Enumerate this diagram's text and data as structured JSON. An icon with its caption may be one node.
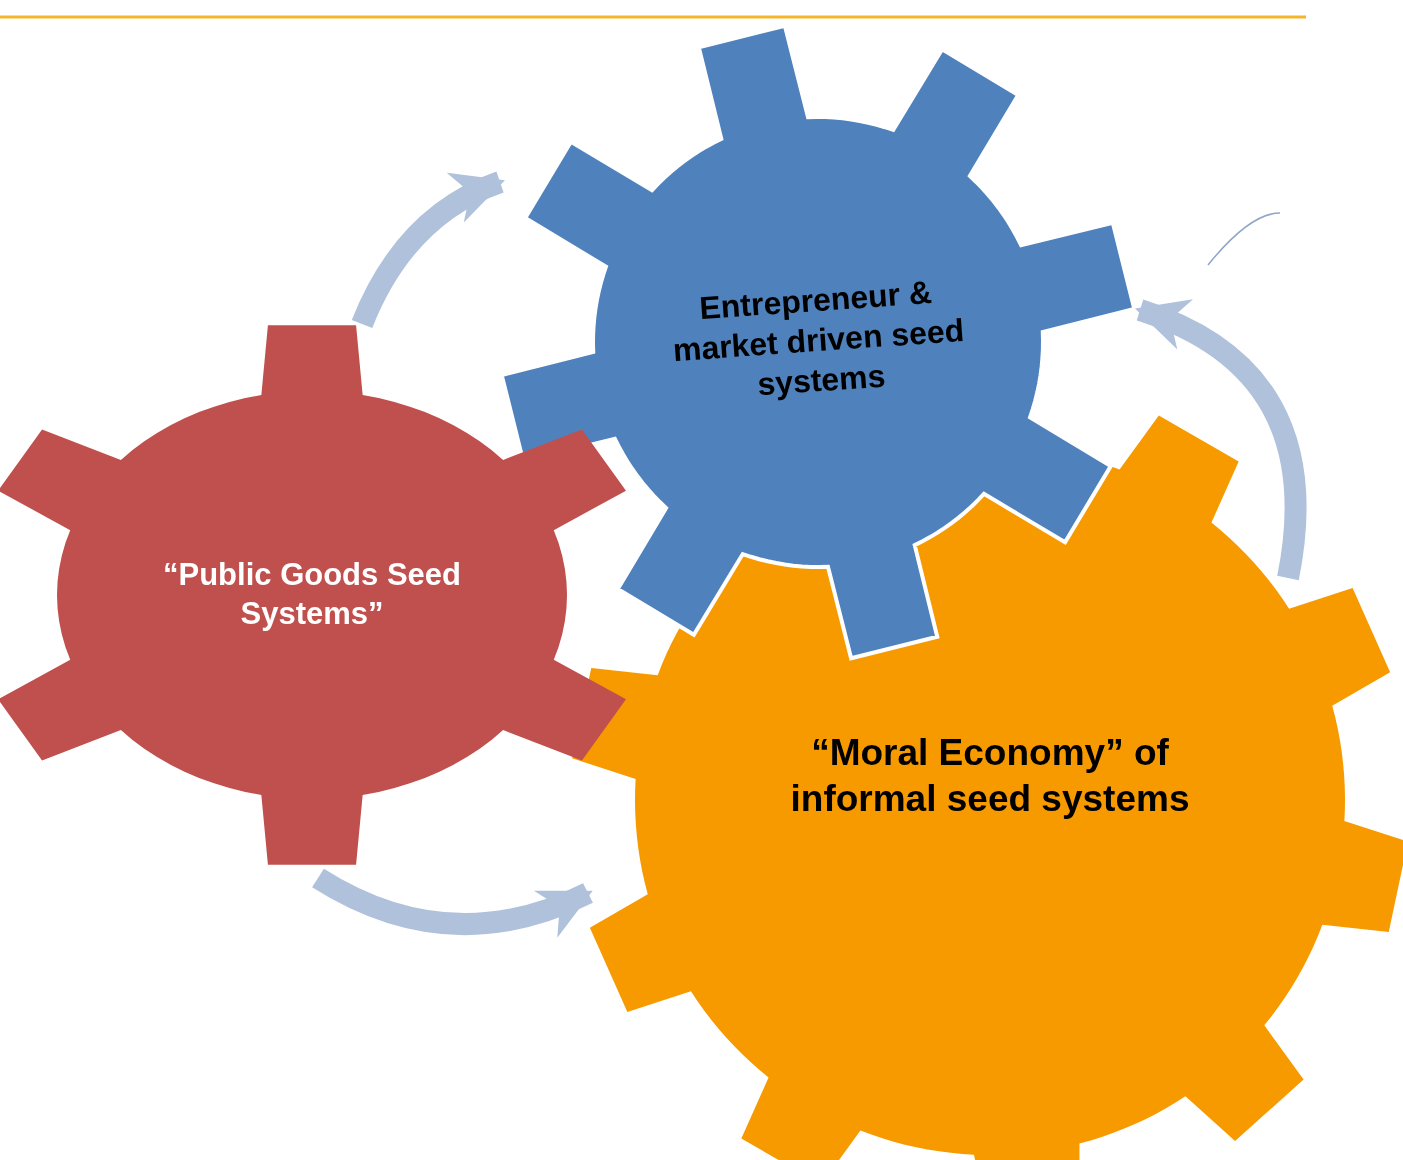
{
  "diagram": {
    "nodes": [
      {
        "text": [
          "“Public Goods  Seed Systems”"
        ]
      },
      {
        "text": [
          "Entrepreneur & market driven seed systems"
        ]
      },
      {
        "text": [
          "“Moral Economy” of informal seed systems"
        ]
      }
    ],
    "edges": [
      {
        "from": 0,
        "to": 1,
        "arrow": "to"
      },
      {
        "from": 0,
        "to": 2,
        "arrow": "to"
      },
      {
        "from": 2,
        "to": 1,
        "arrow": "to"
      }
    ]
  }
}
